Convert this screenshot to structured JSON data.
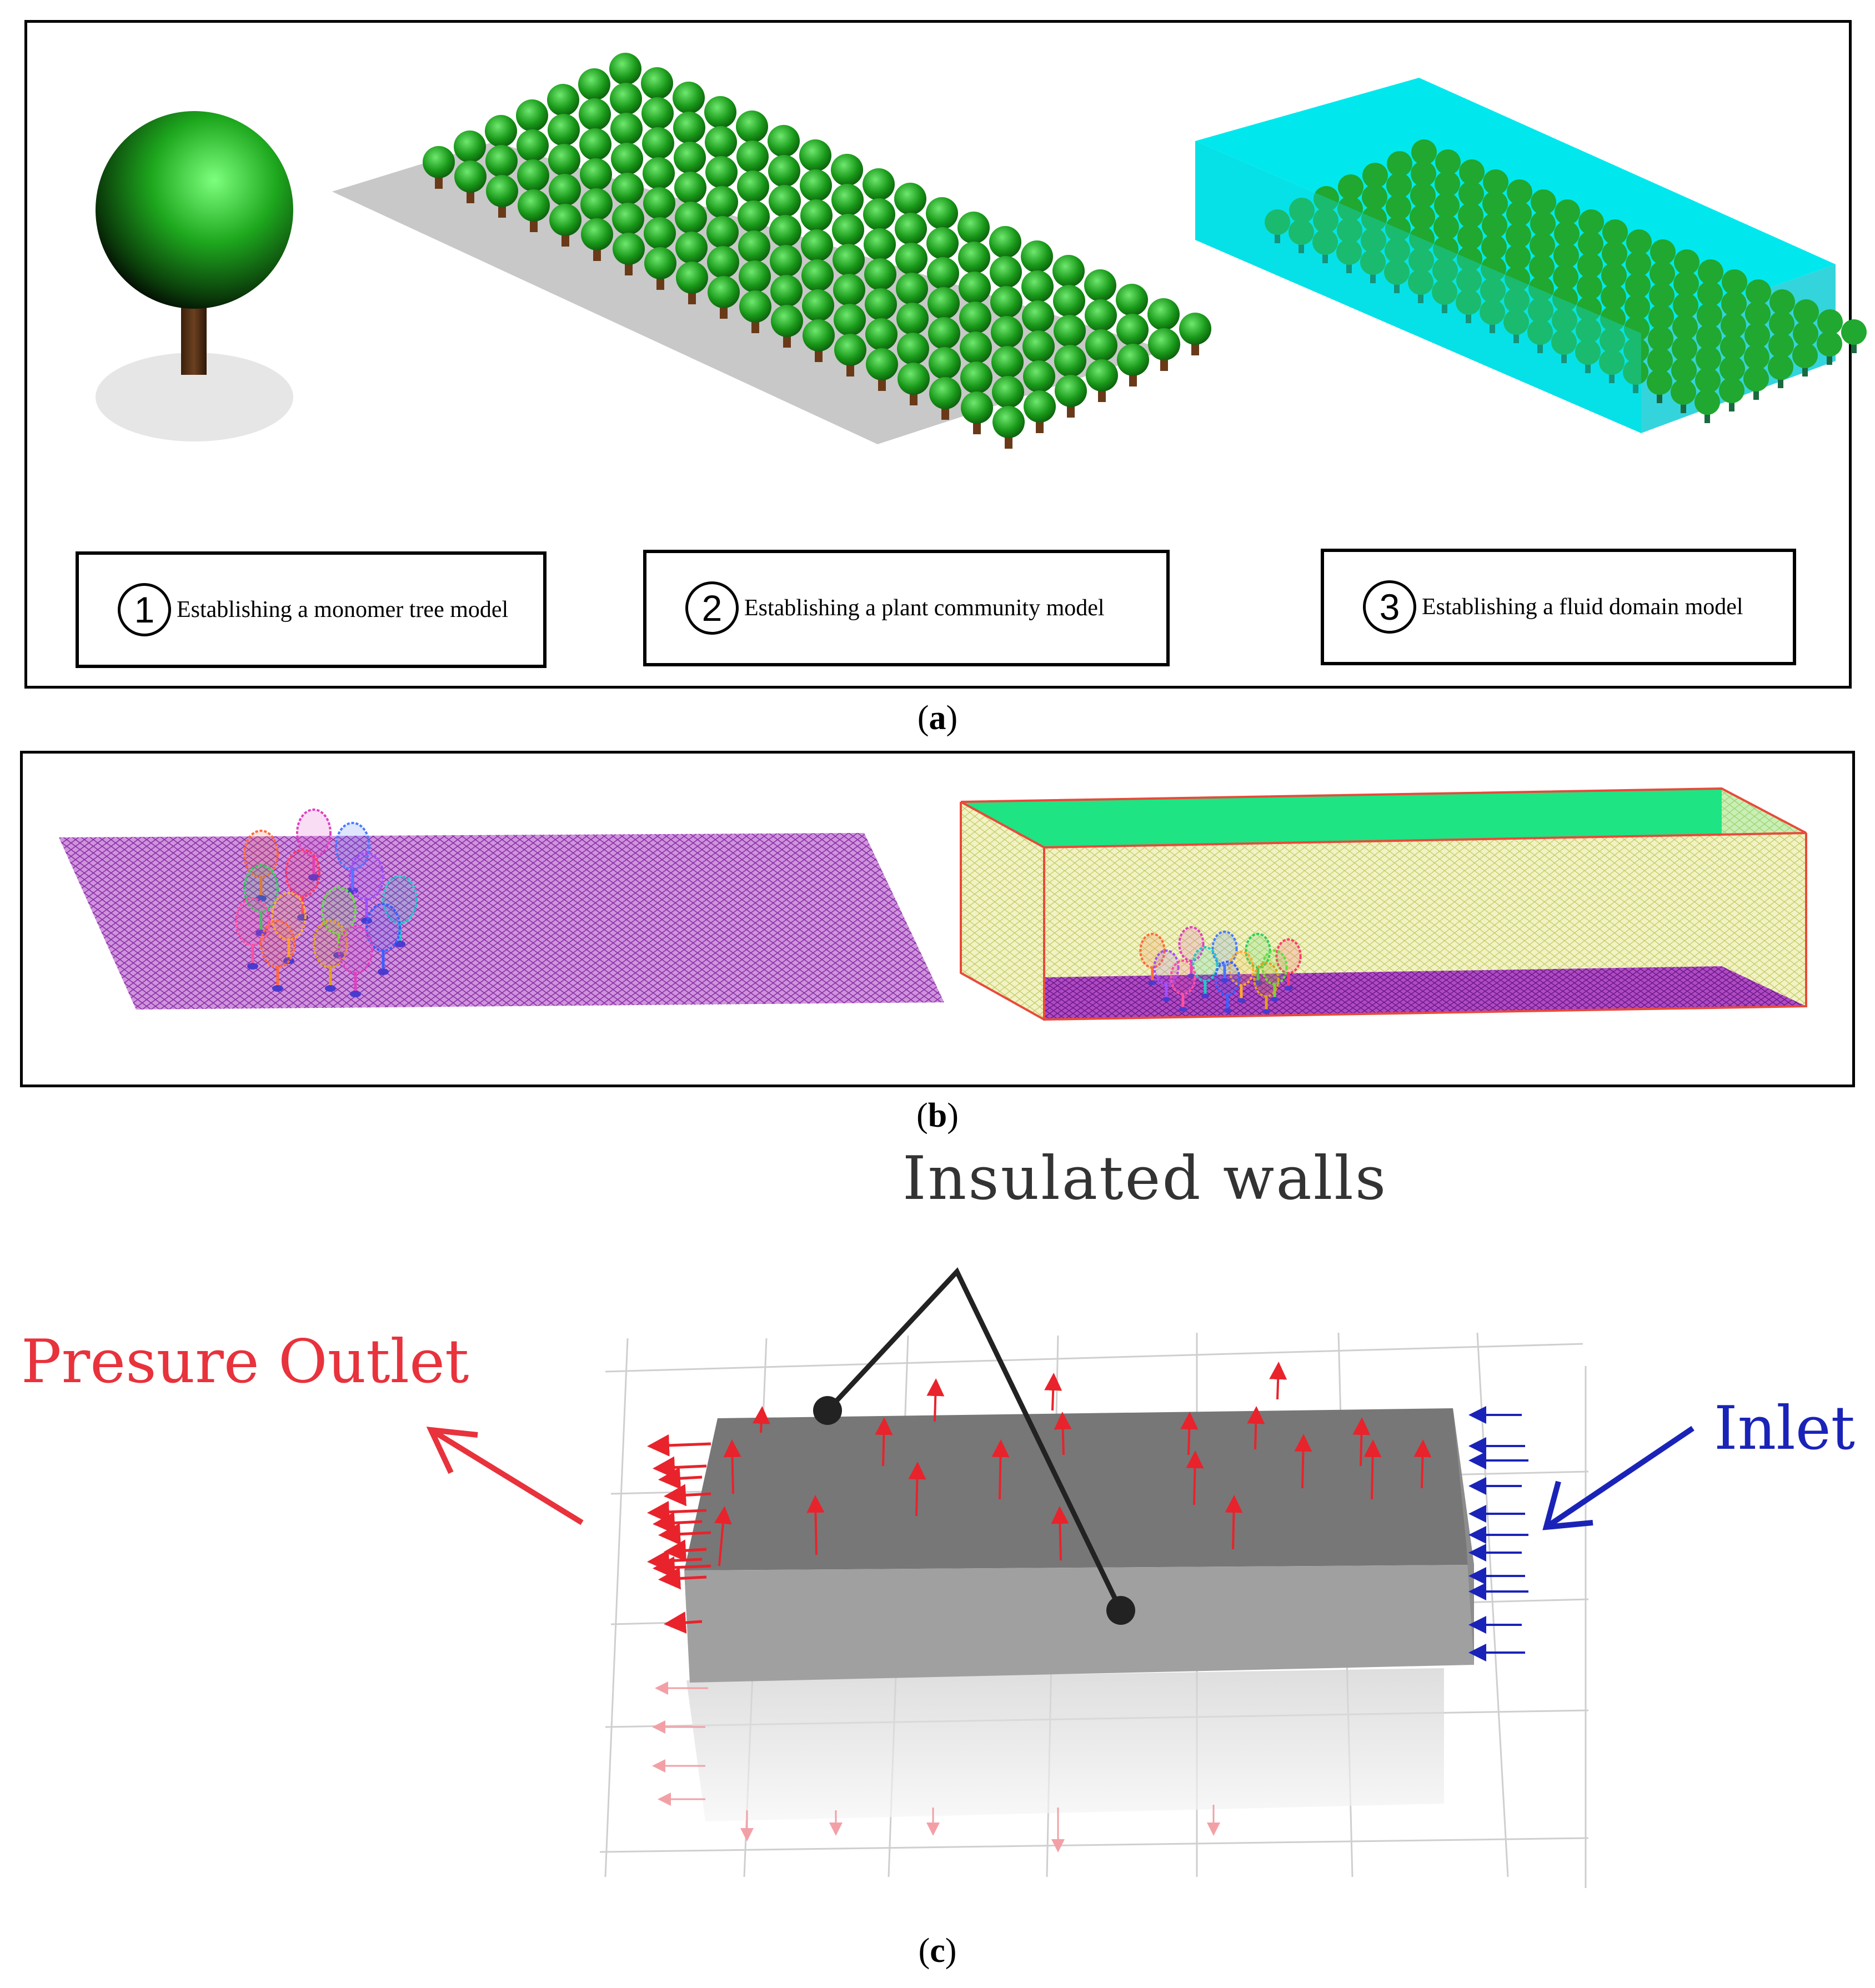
{
  "panel_a": {
    "steps": [
      {
        "num": "1",
        "text": "Establishing a monomer tree model"
      },
      {
        "num": "2",
        "text": "Establishing a plant community model"
      },
      {
        "num": "3",
        "text": "Establishing a fluid domain model"
      }
    ],
    "caption": "a"
  },
  "panel_b": {
    "caption": "b"
  },
  "panel_c": {
    "insulated_walls": "Insulated walls",
    "pressure_outlet": "Presure Outlet",
    "inlet": "Inlet",
    "caption": "c"
  },
  "colors": {
    "tree_green": "#1fa51f",
    "trunk": "#5a3418",
    "fluid_cyan": "#00e8ee",
    "mesh_purple": "#b25dc8",
    "mesh_yellow": "#e9ec9c",
    "top_green": "#1ee483",
    "outlet_red": "#e8323c",
    "inlet_blue": "#1a23b8",
    "slab_gray": "#808080"
  }
}
